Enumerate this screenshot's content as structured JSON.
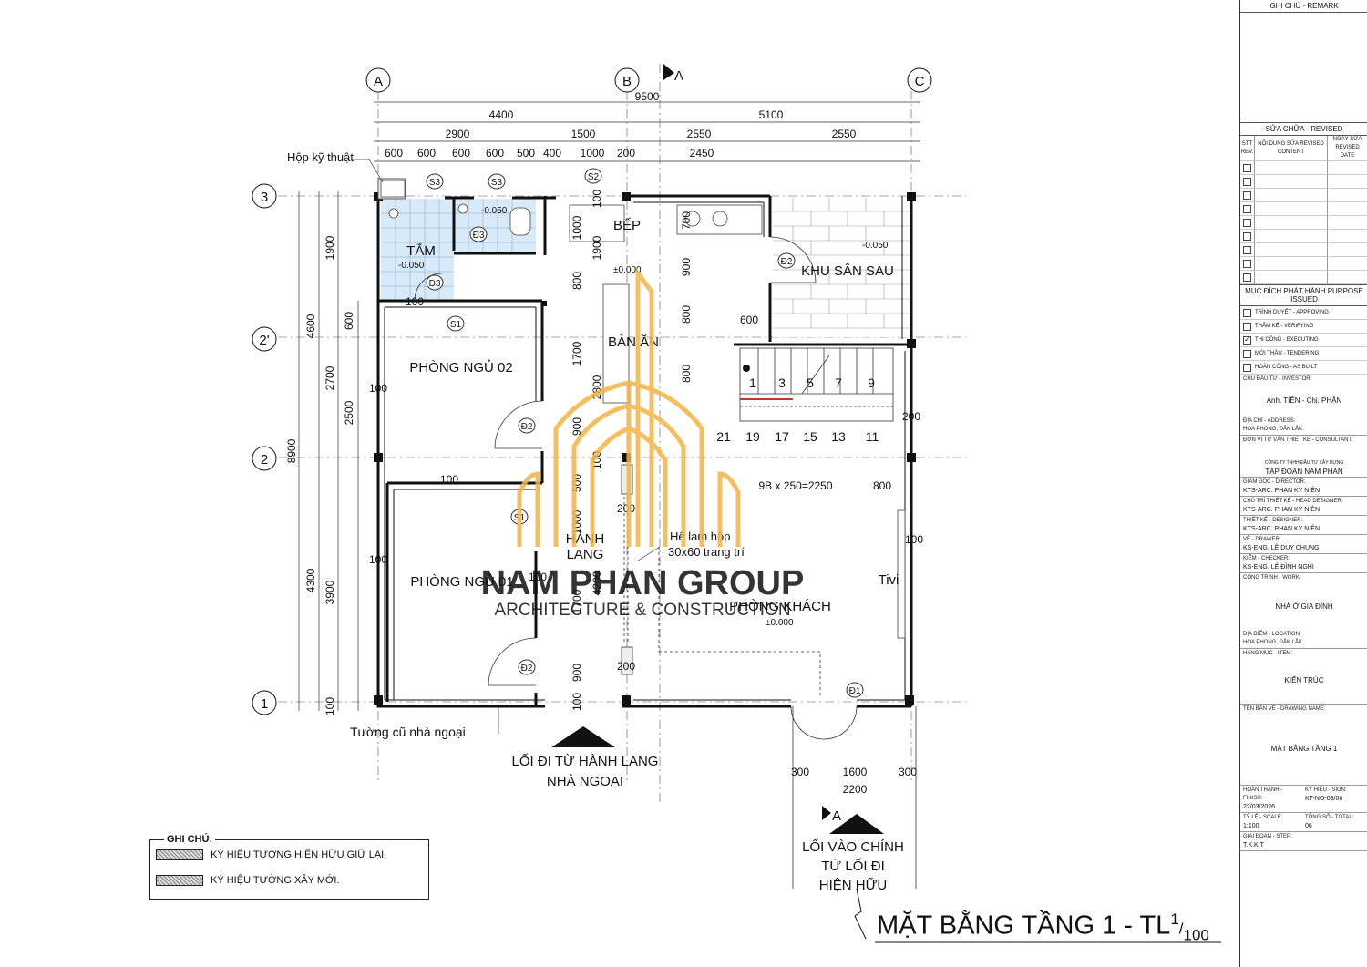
{
  "drawing": {
    "title": "MẶT BẰNG TẦNG 1 - TL",
    "scale_num": "1",
    "scale_den": "100",
    "section_mark": "A"
  },
  "axes": {
    "cols": [
      "A",
      "B",
      "C"
    ],
    "rows": [
      "3",
      "2'",
      "2",
      "1"
    ]
  },
  "dims_top": {
    "total": "9500",
    "r1": [
      "4400",
      "5100"
    ],
    "r2": [
      "2900",
      "1500",
      "2550",
      "2550"
    ],
    "r3": [
      "600",
      "600",
      "600",
      "600",
      "500",
      "400",
      "1000",
      "200",
      "2450"
    ]
  },
  "dims_left": {
    "total": "8900",
    "r1": [
      "4600",
      "4300"
    ],
    "r2": [
      "1900",
      "2700",
      "3900"
    ],
    "r3": [
      "600",
      "2500",
      "100"
    ]
  },
  "rooms": {
    "tam": "TẮM",
    "bep": "BẾP",
    "khu_san_sau": "KHU SÂN SAU",
    "ban_an": "BÀN ĂN",
    "phong_ngu_02": "PHÒNG NGỦ 02",
    "phong_ngu_01": "PHÒNG NGỦ 01",
    "hanh_lang": "HÀNH\nLANG",
    "hanh_lang_1": "HÀNH",
    "hanh_lang_2": "LANG",
    "phong_khach": "PHÒNG KHÁCH",
    "tivi": "Tivi"
  },
  "labels": {
    "hop_ky_thuat": "Hộp kỹ thuật",
    "tuong_cu": "Tường cũ nhà ngoại",
    "loi_di_1": "LỐI ĐI TỪ HÀNH LANG",
    "loi_di_2": "NHÀ NGOẠI",
    "loi_vao_1": "LỐI VÀO CHÍNH",
    "loi_vao_2": "TỪ LỐI ĐI",
    "loi_vao_3": "HIỆN HỮU",
    "he_lam_1": "Hệ lam hộp",
    "he_lam_2": "30x60 trang trí",
    "stair_note": "9B  x  250=2250",
    "level_wet": "-0.050",
    "level_zero": "±0.000",
    "tags": [
      "S3",
      "S3",
      "S2",
      "Đ3",
      "Đ3",
      "Đ2",
      "S1",
      "Đ2",
      "S1",
      "Đ2",
      "Đ1"
    ],
    "stairs_top": [
      "1",
      "3",
      "5",
      "7",
      "9"
    ],
    "stairs_bot": [
      "21",
      "19",
      "17",
      "15",
      "13",
      "11"
    ]
  },
  "legend": {
    "title": "GHI CHÚ:",
    "item1": "KÝ HIỆU TƯỜNG HIỆN HỮU GIỮ LẠI.",
    "item2": "KÝ HIỆU TƯỜNG XÂY MỚI."
  },
  "watermark": {
    "line1": "NAM PHAN GROUP",
    "line2": "ARCHITECTURE & CONSTRUCTION",
    "color": "#f2b544"
  },
  "title_block": {
    "remark": "GHI CHÚ - REMARK",
    "revised": "SỬA CHỮA - REVISED",
    "col_stt": "STT REV.",
    "col_content": "NỘI DUNG SỬA REVISED CONTENT",
    "col_date": "NGÀY SỬA REVISED DATE",
    "purpose": "MỤC ĐÍCH PHÁT HÀNH PURPOSE ISSUED",
    "purposes": [
      "TRÌNH DUYỆT - APPROVING",
      "THẨM KẾ - VERIFYING",
      "THI CÔNG - EXECUTING",
      "MỜI THẦU - TENDERING",
      "HOÀN CÔNG - AS BUILT"
    ],
    "investor_lbl": "CHỦ ĐẦU TƯ - INVESTOR:",
    "investor": "Anh. TIẾN - Chị. PHẬN",
    "address_lbl": "ĐỊA CHỈ - ADDRESS:",
    "address": "HÒA PHONG, ĐẮK LẮK.",
    "consultant_lbl": "ĐƠN VỊ TƯ VẤN THIẾT KẾ - CONSULTANT:",
    "company_small": "CÔNG TY TNHH ĐẦU TƯ XÂY DỰNG",
    "company": "TẬP ĐOÀN NAM PHAN",
    "director_lbl": "GIÁM ĐỐC - DIRECTOR:",
    "director": "KTS-ARC. PHAN KỲ NIÊN",
    "head_lbl": "CHỦ TRÌ THIẾT KẾ - HEAD DESIGNER:",
    "head": "KTS-ARC. PHAN KỲ NIÊN",
    "designer_lbl": "THIẾT KẾ - DESIGNER:",
    "designer": "KTS-ARC. PHAN KỲ NIÊN",
    "drawer_lbl": "VẼ - DRAWER:",
    "drawer": "KS-ENG. LÊ DUY CHUNG",
    "checker_lbl": "KIỂM - CHECKER:",
    "checker": "KS-ENG. LÊ ĐÌNH NGHI",
    "work_lbl": "CÔNG TRÌNH - WORK:",
    "work": "NHÀ Ở GIA ĐÌNH",
    "location_lbl": "ĐỊA ĐIỂM - LOCATION:",
    "location": "HÒA PHONG, ĐẮK LẮK.",
    "item_lbl": "HẠNG MỤC - ITEM:",
    "item": "KIẾN TRÚC",
    "drawing_name_lbl": "TÊN BẢN VẼ - DRAWING NAME:",
    "drawing_name": "MẶT BẰNG TẦNG 1",
    "finish_lbl": "HOÀN THÀNH - FINISH:",
    "finish": "22/03/2026",
    "sign_lbl": "KÝ HIỆU - SIGN:",
    "sign": "KT-NO-03/06",
    "scale_lbl": "TỶ LỆ - SCALE:",
    "scale": "1:100",
    "total_lbl": "TỔNG SỐ - TOTAL:",
    "total": "06",
    "step_lbl": "GIAI ĐOẠN - STEP:",
    "step": "T.K.K.T"
  }
}
